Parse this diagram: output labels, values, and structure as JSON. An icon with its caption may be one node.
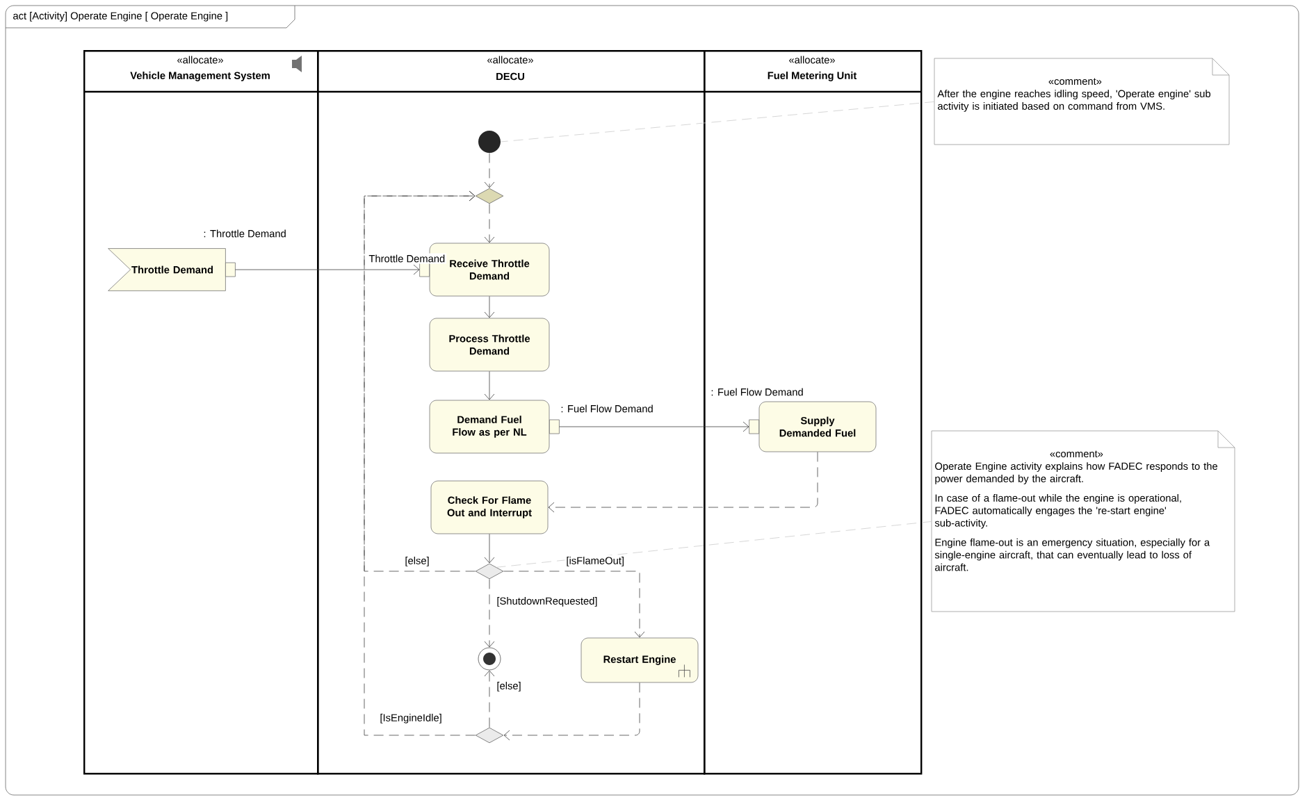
{
  "diagram": {
    "title": "act [Activity] Operate Engine [ Operate Engine ]",
    "nodes": [
      {
        "text": [
          "«allocate»",
          "Vehicle Management System"
        ]
      },
      {
        "text": [
          "«allocate»",
          "DECU"
        ]
      },
      {
        "text": [
          "«allocate»",
          "Fuel Metering Unit"
        ]
      },
      {
        "text": [
          "Throttle Demand"
        ],
        "in": 0,
        "beside": [
          ": Throttle Demand"
        ]
      },
      {
        "text": [],
        "shape": "circle",
        "in": 1
      },
      {
        "text": [],
        "shape": "diamond",
        "in": 1
      },
      {
        "text": [
          "Receive Throttle Demand"
        ],
        "in": 1,
        "beside": [
          "Throttle Demand"
        ]
      },
      {
        "text": [
          "Process Throttle Demand"
        ],
        "in": 1
      },
      {
        "text": [
          "Demand Fuel Flow as per NL"
        ],
        "in": 1,
        "beside": [
          ": Fuel Flow Demand"
        ]
      },
      {
        "text": [
          "Supply Demanded Fuel"
        ],
        "in": 2,
        "beside": [
          ": Fuel Flow Demand"
        ]
      },
      {
        "text": [
          "Check For Flame Out and Interrupt"
        ],
        "in": 1
      },
      {
        "text": [],
        "shape": "diamond",
        "in": 1
      },
      {
        "text": [],
        "shape": "circle",
        "in": 1
      },
      {
        "text": [
          "Restart Engine"
        ],
        "in": 1
      },
      {
        "text": [],
        "shape": "diamond",
        "in": 1
      },
      {
        "text": [
          "«comment»",
          "After the engine reaches idling speed, 'Operate engine' sub activity is initiated based on command from VMS."
        ]
      },
      {
        "text": [
          "«comment»",
          "Operate Engine activity explains how FADEC responds to the power demanded by the aircraft.",
          "In case of a flame-out while the engine is operational, FADEC automatically engages the 're-start engine' sub-activity.",
          "Engine flame-out is an emergency situation, especially for a single-engine aircraft, that can eventually lead to loss of aircraft."
        ]
      }
    ],
    "edges": [
      {
        "from": 3,
        "to": 6,
        "arrow": "to"
      },
      {
        "from": 4,
        "to": 5,
        "arrow": "to",
        "style": "dashed"
      },
      {
        "from": 5,
        "to": 6,
        "arrow": "to",
        "style": "dashed"
      },
      {
        "from": 6,
        "to": 7,
        "arrow": "to"
      },
      {
        "from": 7,
        "to": 8,
        "arrow": "to"
      },
      {
        "from": 8,
        "to": 9,
        "arrow": "to"
      },
      {
        "from": 9,
        "to": 10,
        "arrow": "to",
        "style": "dashed"
      },
      {
        "from": 10,
        "to": 11,
        "arrow": "to"
      },
      {
        "from": 11,
        "to": 12,
        "arrow": "to",
        "style": "dashed",
        "label": "[ShutdownRequested]"
      },
      {
        "from": 11,
        "to": 13,
        "arrow": "to",
        "style": "dashed",
        "label": "[isFlameOut]"
      },
      {
        "from": 11,
        "to": 5,
        "arrow": "to",
        "style": "dashed",
        "label": "[else]"
      },
      {
        "from": 13,
        "to": 14,
        "arrow": "to",
        "style": "dashed"
      },
      {
        "from": 14,
        "to": 12,
        "arrow": "to",
        "style": "dashed",
        "label": "[else]"
      },
      {
        "from": 14,
        "to": 5,
        "arrow": "to",
        "style": "dashed",
        "label": "[IsEngineIdle]"
      },
      {
        "from": 15,
        "to": 4,
        "arrow": "none",
        "style": "dashed",
        "color": "#cccccc"
      },
      {
        "from": 16,
        "to": 11,
        "arrow": "none",
        "style": "dashed",
        "color": "#cccccc"
      }
    ]
  }
}
